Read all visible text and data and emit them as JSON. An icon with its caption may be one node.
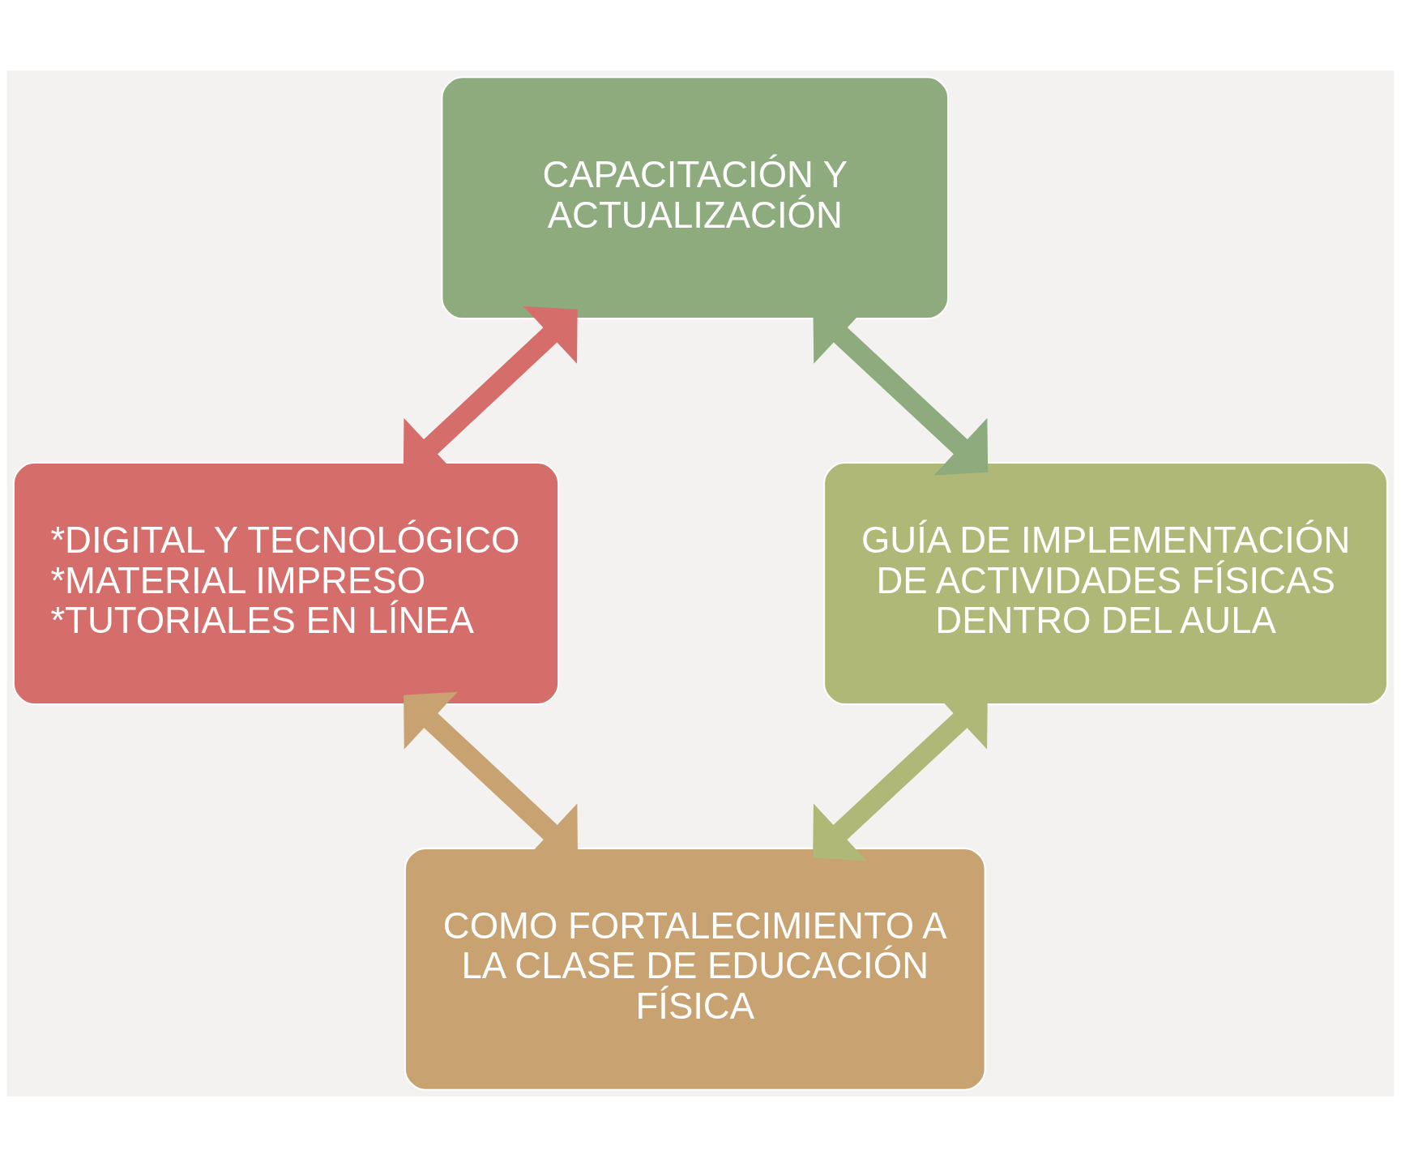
{
  "diagram": {
    "nodes": [
      {
        "text": [
          "CAPACITACIÓN Y ACTUALIZACIÓN"
        ]
      },
      {
        "text": [
          "*DIGITAL Y TECNOLÓGICO",
          "*MATERIAL IMPRESO",
          "*TUTORIALES EN LÍNEA"
        ]
      },
      {
        "text": [
          "GUÍA DE IMPLEMENTACIÓN DE ACTIVIDADES FÍSICAS DENTRO DEL AULA"
        ]
      },
      {
        "text": [
          "COMO FORTALECIMIENTO A LA CLASE DE EDUCACIÓN FÍSICA"
        ]
      }
    ],
    "edges": [
      {
        "from": 0,
        "to": 1,
        "arrow": "both",
        "color": "#d56d6a"
      },
      {
        "from": 0,
        "to": 2,
        "arrow": "both",
        "color": "#8eab7e"
      },
      {
        "from": 1,
        "to": 3,
        "arrow": "both",
        "color": "#c8a270"
      },
      {
        "from": 2,
        "to": 3,
        "arrow": "both",
        "color": "#b0b878"
      }
    ]
  }
}
